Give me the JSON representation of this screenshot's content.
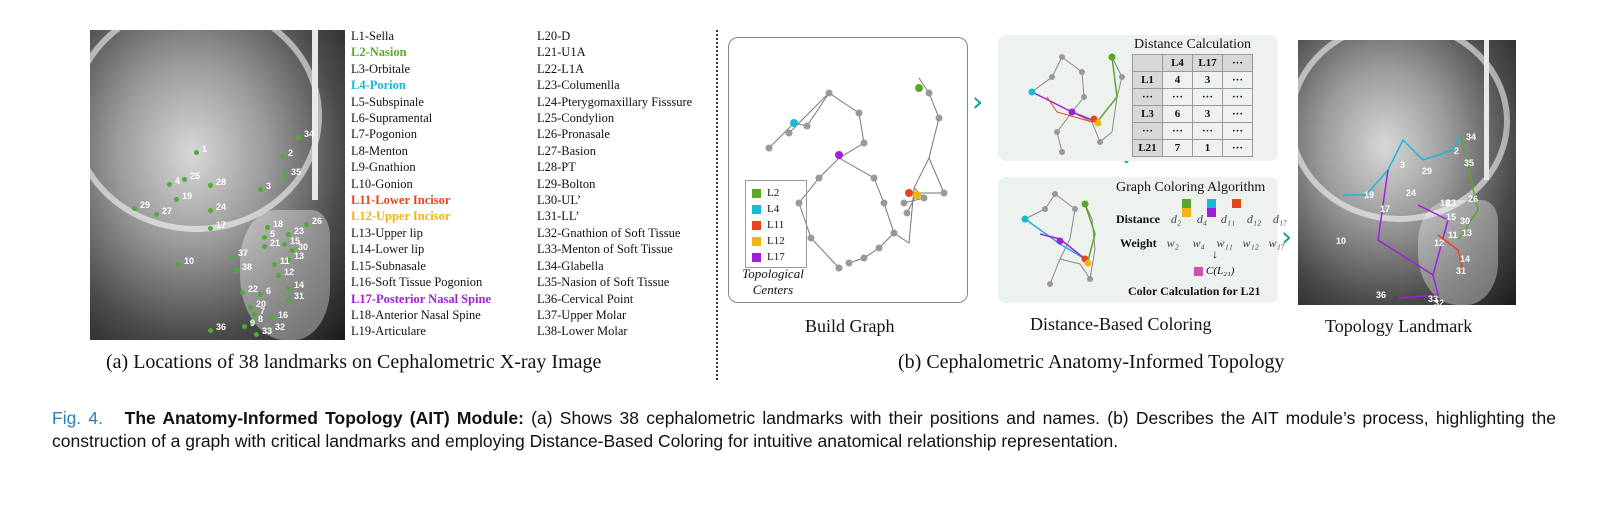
{
  "panel_a": {
    "landmarks_col1": [
      {
        "text": "L1-Sella",
        "style": ""
      },
      {
        "text": "L2-Nasion",
        "style": "hl-green"
      },
      {
        "text": "L3-Orbitale",
        "style": ""
      },
      {
        "text": "L4-Porion",
        "style": "hl-cyan"
      },
      {
        "text": "L5-Subspinale",
        "style": ""
      },
      {
        "text": "L6-Supramental",
        "style": ""
      },
      {
        "text": "L7-Pogonion",
        "style": ""
      },
      {
        "text": "L8-Menton",
        "style": ""
      },
      {
        "text": "L9-Gnathion",
        "style": ""
      },
      {
        "text": "L10-Gonion",
        "style": ""
      },
      {
        "text": "L11-Lower Incisor",
        "style": "hl-red"
      },
      {
        "text": "L12-Upper Incisor",
        "style": "hl-yellow"
      },
      {
        "text": "L13-Upper lip",
        "style": ""
      },
      {
        "text": "L14-Lower lip",
        "style": ""
      },
      {
        "text": "L15-Subnasale",
        "style": ""
      },
      {
        "text": "L16-Soft Tissue Pogonion",
        "style": ""
      },
      {
        "text": "L17-Posterior Nasal Spine",
        "style": "hl-purple"
      },
      {
        "text": "L18-Anterior Nasal Spine",
        "style": ""
      },
      {
        "text": "L19-Articulare",
        "style": ""
      }
    ],
    "landmarks_col2": [
      "L20-D",
      "L21-U1A",
      "L22-L1A",
      "L23-Columenlla",
      "L24-Pterygomaxillary Fisssure",
      "L25-Condylion",
      "L26-Pronasale",
      "L27-Basion",
      "L28-PT",
      "L29-Bolton",
      "L30-UL’",
      "L31-LL’",
      "L32-Gnathion of Soft Tissue",
      "L33-Menton of Soft Tissue",
      "L34-Glabella",
      "L35-Nasion of Soft Tissue",
      "L36-Cervical Point",
      "L37-Upper Molar",
      "L38-Lower Molar"
    ],
    "xray_numbers": [
      "1",
      "2",
      "3",
      "34",
      "35",
      "4",
      "25",
      "28",
      "19",
      "29",
      "27",
      "24",
      "17",
      "18",
      "26",
      "5",
      "23",
      "21",
      "15",
      "30",
      "13",
      "10",
      "37",
      "38",
      "11",
      "12",
      "22",
      "6",
      "14",
      "31",
      "20",
      "7",
      "16",
      "8",
      "9",
      "32",
      "36",
      "33"
    ],
    "label": "(a) Locations of 38 landmarks on Cephalometric X-ray Image"
  },
  "panel_b": {
    "build_graph_label": "Build Graph",
    "legend": [
      {
        "name": "L2",
        "color": "#5aa82a"
      },
      {
        "name": "L4",
        "color": "#1ab8d8"
      },
      {
        "name": "L11",
        "color": "#e8441c"
      },
      {
        "name": "L12",
        "color": "#f0b415"
      },
      {
        "name": "L17",
        "color": "#a020d8"
      }
    ],
    "topo_centers": [
      "Topological",
      "Centers"
    ],
    "distance_calc_title": "Distance Calculation",
    "table": {
      "header": [
        "",
        "L4",
        "L17",
        "···"
      ],
      "rows": [
        [
          "L1",
          "4",
          "3",
          "···"
        ],
        [
          "···",
          "···",
          "···",
          "···"
        ],
        [
          "L3",
          "6",
          "3",
          "···"
        ],
        [
          "···",
          "···",
          "···",
          "···"
        ],
        [
          "L21",
          "7",
          "1",
          "···"
        ]
      ]
    },
    "coloring_title": "Graph Coloring Algorithm",
    "distance_label": "Distance",
    "distance_values": [
      "d₂",
      "d₄",
      "d₁₁",
      "d₁₂",
      "d₁₇"
    ],
    "weight_label": "Weight",
    "weight_values": [
      "w₂",
      "w₄",
      "w₁₁",
      "w₁₂",
      "w₁₇"
    ],
    "c_label": "C(L₂₁)",
    "color_calc": "Color Calculation for L21",
    "distance_coloring_label": "Distance-Based Coloring",
    "topology_landmark_label": "Topology Landmark",
    "topology_numbers": [
      "34",
      "2",
      "35",
      "3",
      "29",
      "19",
      "24",
      "18",
      "26",
      "17",
      "15",
      "23",
      "30",
      "10",
      "13",
      "11",
      "12",
      "14",
      "31",
      "36",
      "33",
      "32"
    ],
    "label": "(b) Cephalometric Anatomy-Informed Topology"
  },
  "caption": {
    "fig": "Fig. 4.",
    "title": "The Anatomy-Informed Topology (AIT) Module:",
    "body": " (a) Shows 38 cephalometric landmarks with their positions and names. (b) Describes the AIT module’s process, highlighting the construction of a graph with critical landmarks and employing Distance-Based Coloring for intuitive anatomical relationship representation."
  }
}
